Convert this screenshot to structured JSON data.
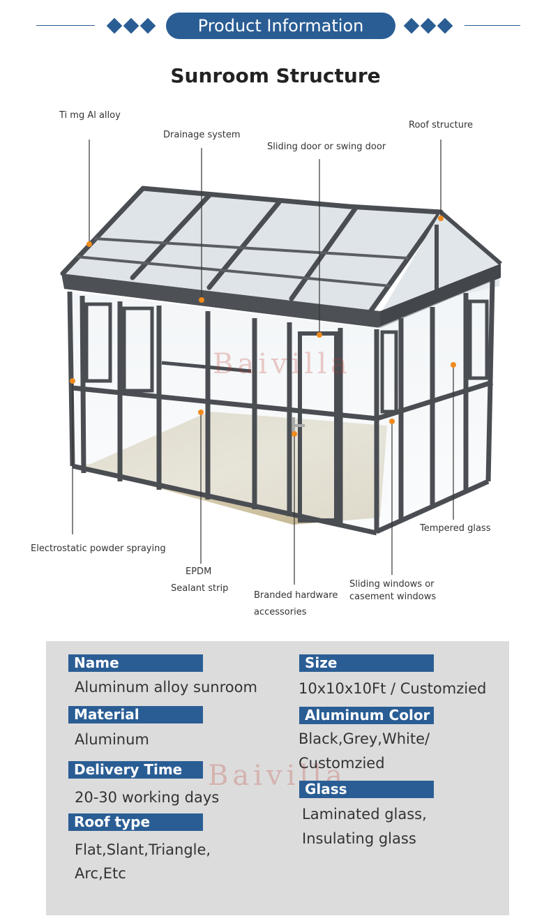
{
  "header": {
    "banner": "Product Information",
    "title": "Sunroom Structure"
  },
  "diagram": {
    "watermark": "Baivilla",
    "labels": {
      "alloy": "Ti mg Al alloy",
      "drainage": "Drainage system",
      "door": "Sliding door or swing door",
      "roof": "Roof structure",
      "powder": "Electrostatic powder spraying",
      "epdm": "EPDM",
      "sealant": "Sealant strip",
      "hardware_1": "Branded hardware",
      "hardware_2": "accessories",
      "windows_1": "Sliding windows or",
      "windows_2": "casement windows",
      "tempered": "Tempered glass"
    },
    "marker_color": "#f08a1c"
  },
  "specs": {
    "watermark": "Baivilla",
    "name": {
      "label": "Name",
      "value": "Aluminum alloy sunroom"
    },
    "material": {
      "label": "Material",
      "value": "Aluminum"
    },
    "delivery": {
      "label": "Delivery Time",
      "value": "20-30 working days"
    },
    "roof": {
      "label": "Roof type",
      "value_1": "Flat,Slant,Triangle,",
      "value_2": "Arc,Etc"
    },
    "size": {
      "label": "Size",
      "value": "10x10x10Ft / Customzied"
    },
    "color": {
      "label": "Aluminum Color",
      "value_1": "Black,Grey,White/",
      "value_2": "Customzied"
    },
    "glass": {
      "label": "Glass",
      "value_1": "Laminated glass,",
      "value_2": "Insulating glass"
    }
  },
  "colors": {
    "brand_blue": "#2a5d94",
    "panel_gray": "#dcdcdc",
    "frame": "#4a4d52"
  }
}
